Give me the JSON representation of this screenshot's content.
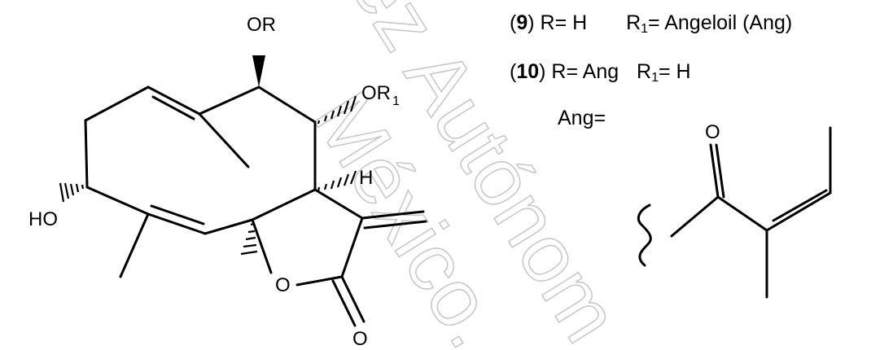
{
  "watermark": {
    "line1": "ez Autónom",
    "line2": "México."
  },
  "structure": {
    "labels": {
      "or_top": "OR",
      "or1": "OR",
      "or1_sub": "1",
      "h": "H",
      "ho": "HO",
      "ring_o": "O",
      "carbonyl_o": "O"
    }
  },
  "legend": {
    "row9": {
      "num": "9",
      "r": "R= H",
      "r1_label": "R",
      "r1_sub": "1",
      "r1_value": "= Angeloil (Ang)"
    },
    "row10": {
      "num": "10",
      "r": "R= Ang",
      "r1_label": "R",
      "r1_sub": "1",
      "r1_value": "= H"
    },
    "ang_label": "Ang="
  },
  "angeloyl": {
    "labels": {
      "o": "O"
    }
  }
}
